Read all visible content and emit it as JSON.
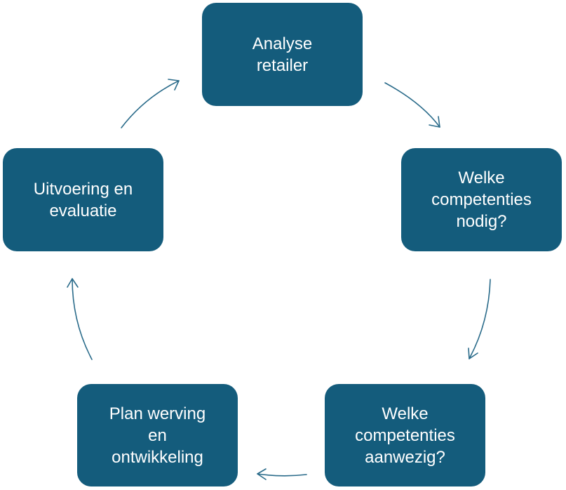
{
  "colors": {
    "node_fill": "#145c7c",
    "node_text": "#ffffff",
    "arrow": "#2a6b8a",
    "background": "#ffffff"
  },
  "cycle": {
    "nodes": [
      {
        "label": "Analyse\nretailer"
      },
      {
        "label": "Welke\ncompetenties\nnodig?"
      },
      {
        "label": "Welke\ncompetenties\naanwezig?"
      },
      {
        "label": "Plan werving\nen\nontwikkeling"
      },
      {
        "label": "Uitvoering en\nevaluatie"
      }
    ]
  }
}
